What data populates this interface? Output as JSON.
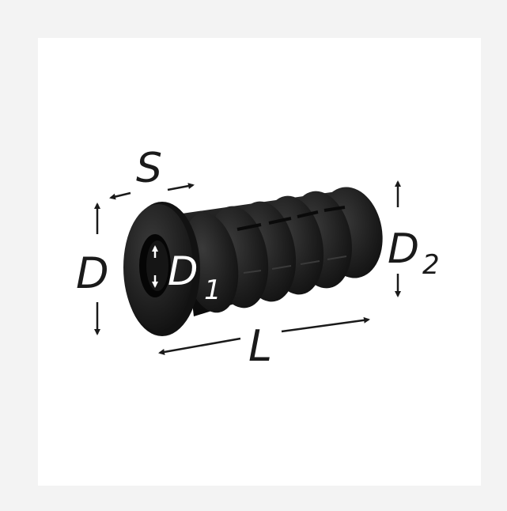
{
  "labels": {
    "s": "S",
    "d": "D",
    "d1_main": "D",
    "d1_sub": "1",
    "d2_main": "D",
    "d2_sub": "2",
    "l": "L"
  },
  "colors": {
    "background": "#f3f3f3",
    "panel": "#ffffff",
    "part": "#1c1c1c",
    "arrow": "#1a1a1a",
    "inner_label": "#ffffff"
  }
}
